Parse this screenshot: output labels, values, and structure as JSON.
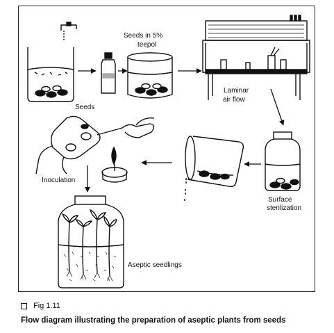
{
  "labels": {
    "seeds": "Seeds",
    "seeds_in_teepol_line1": "Seeds in 5%",
    "seeds_in_teepol_line2": "teepol",
    "laminar_line1": "Laminar",
    "laminar_line2": "air flow",
    "surface_line1": "Surface",
    "surface_line2": "sterilization",
    "inoculation": "Inoculation",
    "aseptic_seedlings": "Aseptic seedlings"
  },
  "figure": {
    "number": "Fig 1.11",
    "caption": "Flow diagram illustrating the preparation of aseptic plants from seeds"
  }
}
